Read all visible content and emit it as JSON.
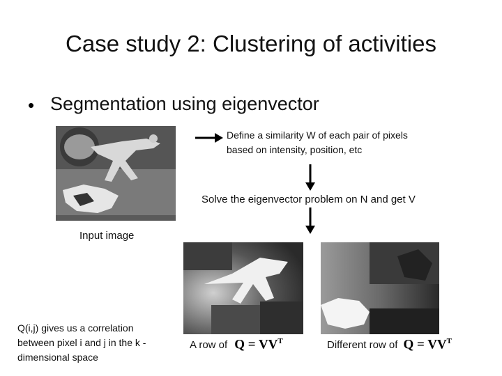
{
  "slide": {
    "title": "Case study 2: Clustering of activities",
    "bullet": "Segmentation using eigenvector",
    "input_caption": "Input image",
    "similarity_text": "Define a similarity W of each pair of pixels based on intensity, position, etc",
    "eigen_text": "Solve the eigenvector problem on N and get V",
    "correlation_text": "Q(i,j) gives us a correlation between pixel i and j in the k -dimensional space",
    "row_label_1": "A row of",
    "row_label_2": "Different row of",
    "formula_lhs": "Q = VV",
    "formula_sup": "T"
  },
  "colors": {
    "text": "#111111",
    "background": "#ffffff"
  }
}
